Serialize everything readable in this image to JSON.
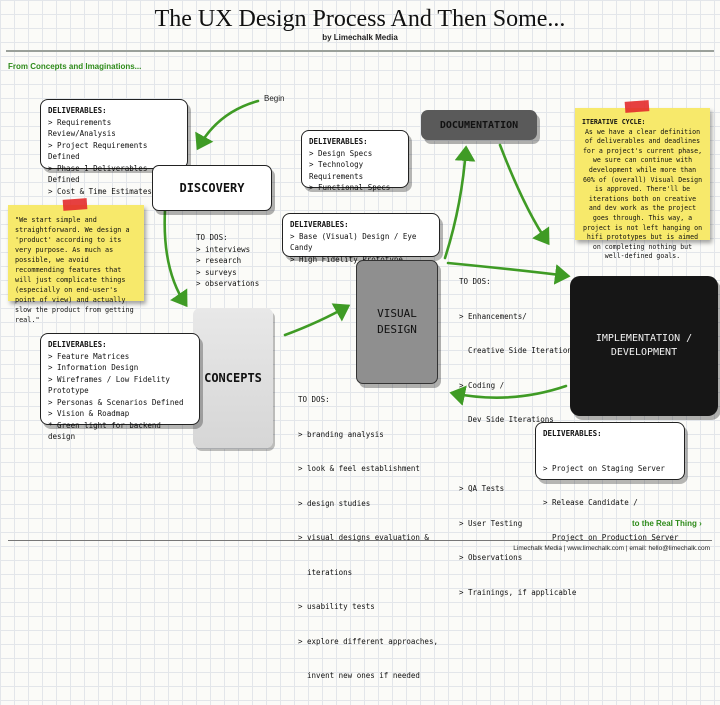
{
  "header": {
    "title": "The UX Design Process And Then Some...",
    "subtitle": "by Limechalk Media"
  },
  "from_label": "From Concepts and Imaginations...",
  "to_label": "to the Real Thing",
  "begin_label": "Begin",
  "stages": {
    "discovery": "DISCOVERY",
    "concepts": "CONCEPTS",
    "visual_design": [
      "VISUAL",
      "DESIGN"
    ],
    "documentation": "DOCUMENTATION",
    "implementation": [
      "IMPLEMENTATION /",
      "DEVELOPMENT"
    ]
  },
  "discovery_deliverables": {
    "heading": "DELIVERABLES:",
    "items": [
      "> Requirements Review/Analysis",
      "> Project Requirements Defined",
      "> Phase 1 Deliverables Defined",
      "> Cost & Time Estimates"
    ]
  },
  "discovery_todos": {
    "heading": "TO DOS:",
    "items": [
      "> interviews",
      "> research",
      "> surveys",
      "> observations"
    ]
  },
  "concepts_deliverables": {
    "heading": "DELIVERABLES:",
    "items": [
      "> Feature Matrices",
      "> Information Design",
      "> Wireframes / Low Fidelity Prototype",
      "> Personas & Scenarios Defined",
      "> Vision & Roadmap",
      "* Green light for backend design"
    ]
  },
  "documentation_deliverables": {
    "heading": "DELIVERABLES:",
    "items": [
      "> Design Specs",
      "> Technology Requirements",
      "> Functional Specs"
    ]
  },
  "visual_deliverables": {
    "heading": "DELIVERABLES:",
    "items": [
      "> Base (Visual) Design / Eye Candy",
      "> High Fidelity Prototype"
    ]
  },
  "visual_todos": {
    "heading": "TO DOS:",
    "items": [
      "> branding analysis",
      "> look & feel establishment",
      "> design studies",
      "> visual designs evaluation &",
      "  iterations",
      "> usability tests",
      "> explore different approaches,",
      "  invent new ones if needed"
    ]
  },
  "iteration_todos": {
    "heading": "TO DOS:",
    "items": [
      "> Enhancements/",
      "  Creative Side Iterations",
      "> Coding /",
      "  Dev Side Iterations",
      "",
      "> QA Tests",
      "> User Testing",
      "> Observations",
      "> Trainings, if applicable"
    ]
  },
  "implementation_deliverables": {
    "heading": "DELIVERABLES:",
    "items": [
      "> Project on Staging Server",
      "> Release Candidate /",
      "  Project on Production Server"
    ]
  },
  "quote_note": {
    "text": "\"We start simple and straightforward. We design a 'product' according to its very purpose. As much as possible, we avoid recommending features that will just complicate things (especially on end-user's point of view) and actually slow the product from getting real.\""
  },
  "iterative_note": {
    "heading": "ITERATIVE CYCLE:",
    "text": "As we have a clear definition of deliverables and deadlines for a project's current phase, we sure can continue with development while more than 60% of (overall) Visual Design is approved. There'll be iterations both on creative and dev work as the project goes through. This way, a project is not left hanging on hifi prototypes but is aimed on completing nothing but well-defined goals."
  },
  "footer": "Limechalk Media  |  www.limechalk.com  |  email: hello@limechalk.com",
  "colors": {
    "arrow": "#3f9b25",
    "green_text": "#2e8b1a",
    "sticky": "#f7e96b",
    "tape": "#e32b2b",
    "implementation_bg": "#161616",
    "visual_bg": "#8f8f8f",
    "documentation_bg": "#5a5a5a"
  },
  "icons": {
    "arrow": "curved-green-arrow",
    "tape": "red-tape"
  }
}
